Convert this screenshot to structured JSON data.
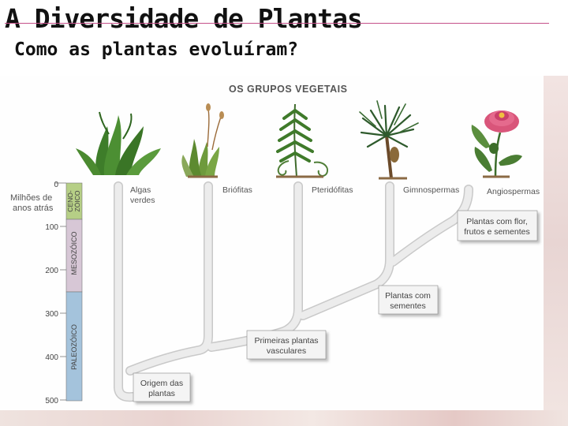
{
  "slide": {
    "title": "A Diversidade de Plantas",
    "subtitle": "Como as plantas evoluíram?"
  },
  "figure": {
    "header": "OS GRUPOS VEGETAIS",
    "axis_title_line1": "Milhões de",
    "axis_title_line2": "anos atrás",
    "ticks": [
      "0",
      "100",
      "200",
      "300",
      "400",
      "500"
    ],
    "eras": [
      {
        "label_line1": "CENO-",
        "label_line2": "ZÓICO"
      },
      {
        "label_line1": "MESOZÓICO",
        "label_line2": ""
      },
      {
        "label_line1": "PALEOZÓICO",
        "label_line2": ""
      }
    ],
    "groups": [
      {
        "line1": "Algas",
        "line2": "verdes",
        "icon": "green-algae-icon"
      },
      {
        "line1": "Briófitas",
        "line2": "",
        "icon": "moss-icon"
      },
      {
        "line1": "Pteridófitas",
        "line2": "",
        "icon": "fern-icon"
      },
      {
        "line1": "Gimnospermas",
        "line2": "",
        "icon": "conifer-icon"
      },
      {
        "line1": "Angiospermas",
        "line2": "",
        "icon": "flower-icon"
      }
    ],
    "events": [
      {
        "line1": "Origem das",
        "line2": "plantas"
      },
      {
        "line1": "Primeiras plantas",
        "line2": "vasculares"
      },
      {
        "line1": "Plantas com",
        "line2": "sementes"
      },
      {
        "line1": "Plantas com flor,",
        "line2": "frutos e sementes"
      }
    ],
    "colors": {
      "ceno": "#b6cf86",
      "meso": "#d7c7d6",
      "paleo": "#a4c3dc",
      "branch": "#e8e8e8",
      "event_box": "#f4f4f4",
      "title_rule": "#c5508a"
    }
  }
}
